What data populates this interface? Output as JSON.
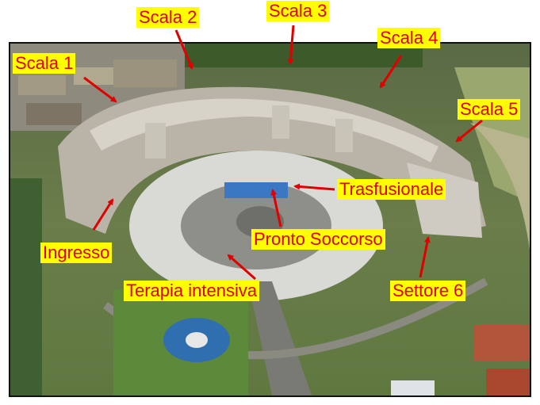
{
  "labels": {
    "scala_1": "Scala 1",
    "scala_2": "Scala 2",
    "scala_3": "Scala 3",
    "scala_4": "Scala 4",
    "scala_5": "Scala 5",
    "trasfusionale": "Trasfusionale",
    "pronto_soccorso": "Pronto Soccorso",
    "ingresso": "Ingresso",
    "terapia_intensiva": "Terapia intensiva",
    "settore_6": "Settore 6"
  },
  "colors": {
    "label_background": "#ffff00",
    "label_text": "#e00000",
    "arrow": "#e00000",
    "frame_border": "#111111"
  }
}
